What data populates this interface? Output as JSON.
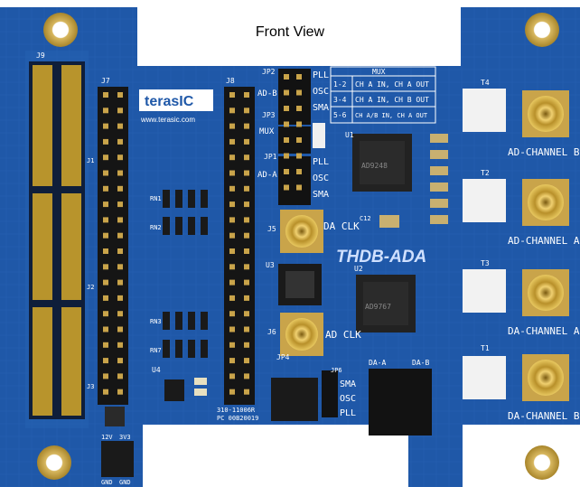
{
  "caption": "Front View",
  "board": {
    "name": "THDB-ADA",
    "logo_text": "terasIC",
    "url": "www.terasic.com",
    "part_number": "310-11006R",
    "pcb_code": "PC 00B20019",
    "colors": {
      "pcb": "#1f58a8",
      "pcb_dark": "#17468c",
      "header": "#1a1a1a",
      "gold": "#c9a44a",
      "connector": "#b8942c"
    }
  },
  "labels": {
    "refs": [
      "J9",
      "J7",
      "J8",
      "U1",
      "U2",
      "U3",
      "U4",
      "J5",
      "J6",
      "JP1",
      "JP2",
      "JP3",
      "JP4",
      "T1",
      "T2",
      "T3",
      "T4",
      "RN1",
      "RN2",
      "RN3",
      "RN7",
      "C12",
      "JP6",
      "J1",
      "J2",
      "J3"
    ],
    "channels": [
      "AD-CHANNEL B",
      "AD-CHANNEL A",
      "DA-CHANNEL A",
      "DA-CHANNEL B"
    ],
    "clocks": [
      "DA CLK",
      "AD CLK"
    ],
    "jumper_top": [
      "PLL",
      "OSC",
      "SMA"
    ],
    "jumper_mid": [
      "PLL",
      "OSC",
      "SMA"
    ],
    "jumper_bottom": [
      "SMA",
      "OSC",
      "PLL"
    ],
    "side_labels": [
      "AD-B",
      "MUX",
      "AD-A",
      "DA-A",
      "DA-B"
    ],
    "mux_title": "MUX",
    "mux_rows": [
      [
        "1-2",
        "CH A IN, CH A OUT"
      ],
      [
        "3-4",
        "CH A IN, CH B OUT"
      ],
      [
        "5-6",
        "CH A/B IN, CH A OUT"
      ]
    ],
    "bottom_pins": [
      "12V",
      "3V3",
      "GND",
      "GND"
    ]
  }
}
